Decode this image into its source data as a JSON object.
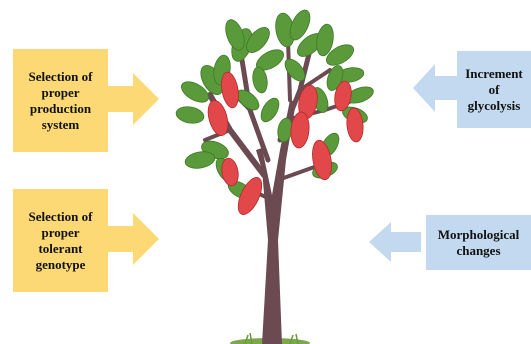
{
  "left_boxes": [
    {
      "text": "Selection of\nproper\nproduction\nsystem"
    },
    {
      "text": "Selection of\nproper\ntolerant\ngenotype"
    }
  ],
  "right_boxes": [
    {
      "text": "Increment\nof\nglycolysis"
    },
    {
      "text": "Morphological\nchanges"
    }
  ],
  "colors": {
    "left_fill": "#fcd975",
    "right_fill": "#c3d9ef",
    "trunk": "#6b4a52",
    "leaf": "#5a9a3a",
    "fruit": "#e2474a",
    "ground": "#7aa84a"
  },
  "icons": [
    "tree-illustration",
    "cocoa-pod-icon",
    "arrow-right-icon",
    "arrow-left-icon"
  ]
}
